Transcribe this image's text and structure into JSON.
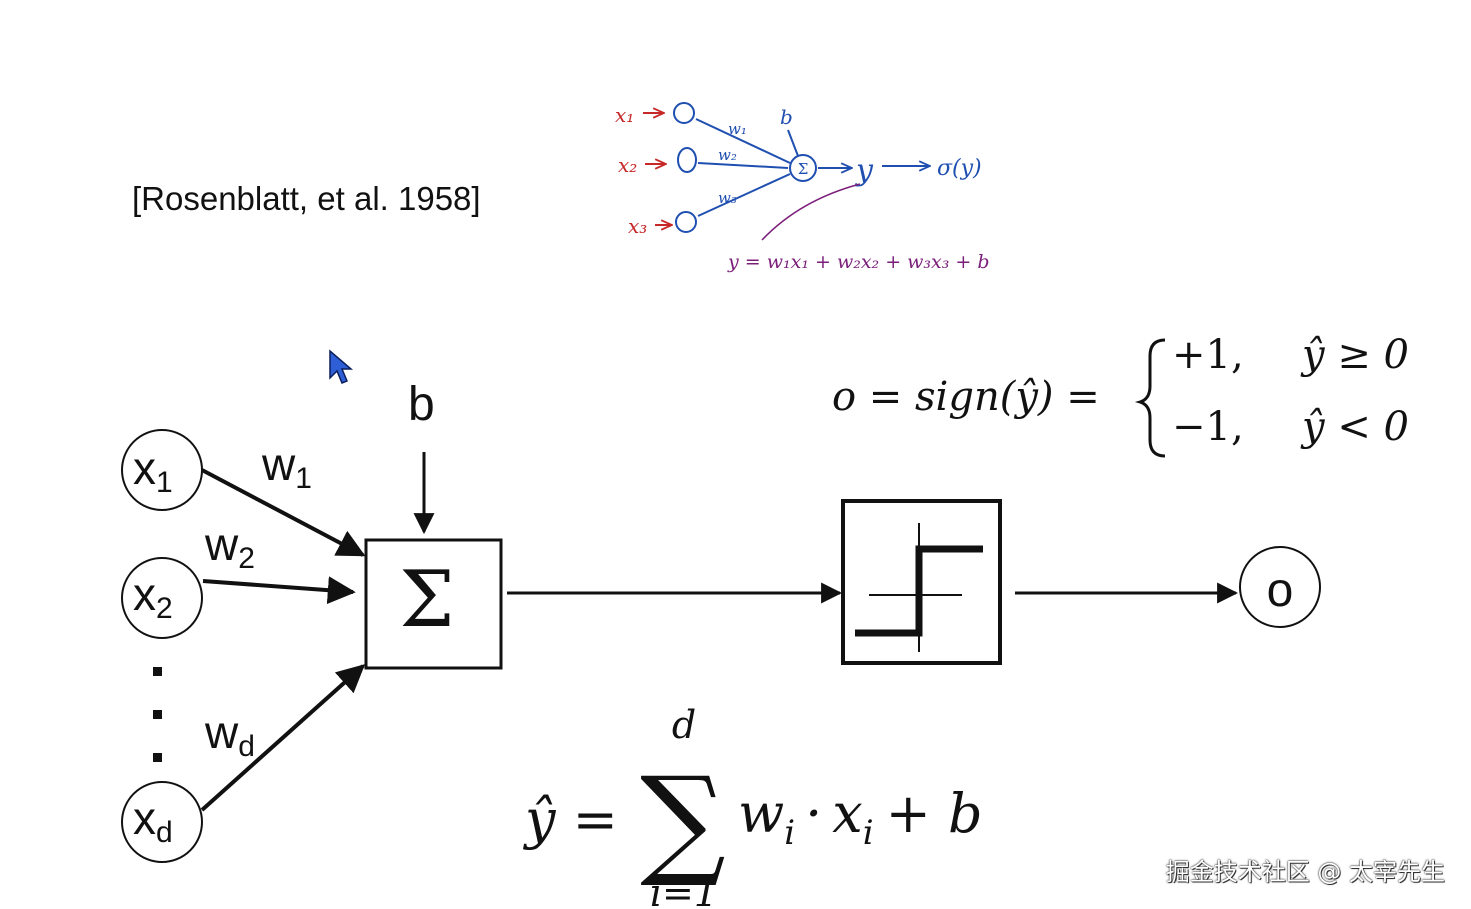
{
  "citation": "[Rosenblatt, et al. 1958]",
  "sketch": {
    "inputs": [
      "x₁",
      "x₂",
      "x₃"
    ],
    "weights": [
      "w₁",
      "w₂",
      "w₃"
    ],
    "bias": "b",
    "sum": "Σ",
    "output": "y",
    "activation": "σ(y)",
    "equation": "y = w₁x₁ + w₂x₂ + w₃x₃ + b"
  },
  "diagram": {
    "inputs": [
      "x",
      "x",
      "x"
    ],
    "input_subscripts": [
      "1",
      "2",
      "d"
    ],
    "weights": [
      "w",
      "w",
      "w"
    ],
    "weight_subscripts": [
      "1",
      "2",
      "d"
    ],
    "bias": "b",
    "sum_symbol": "Σ",
    "output": "o"
  },
  "sign_formula": {
    "lhs": "o = sign(ŷ) =",
    "case1_value": "+1,",
    "case1_cond": "ŷ ≥ 0",
    "case2_value": "−1,",
    "case2_cond": "ŷ < 0"
  },
  "sum_formula": {
    "lhs": "ŷ =",
    "sigma": "∑",
    "upper": "d",
    "lower": "i=1",
    "body_w": "w",
    "body_x": "x",
    "sub_i": "i",
    "tail": "+ b",
    "dot": "·"
  },
  "colors": {
    "sketch_red": "#c62828",
    "sketch_blue": "#1f4fb0",
    "sketch_purple": "#7b1e7a",
    "ink": "#111111"
  },
  "watermark": "掘金技术社区 @ 太宰先生"
}
